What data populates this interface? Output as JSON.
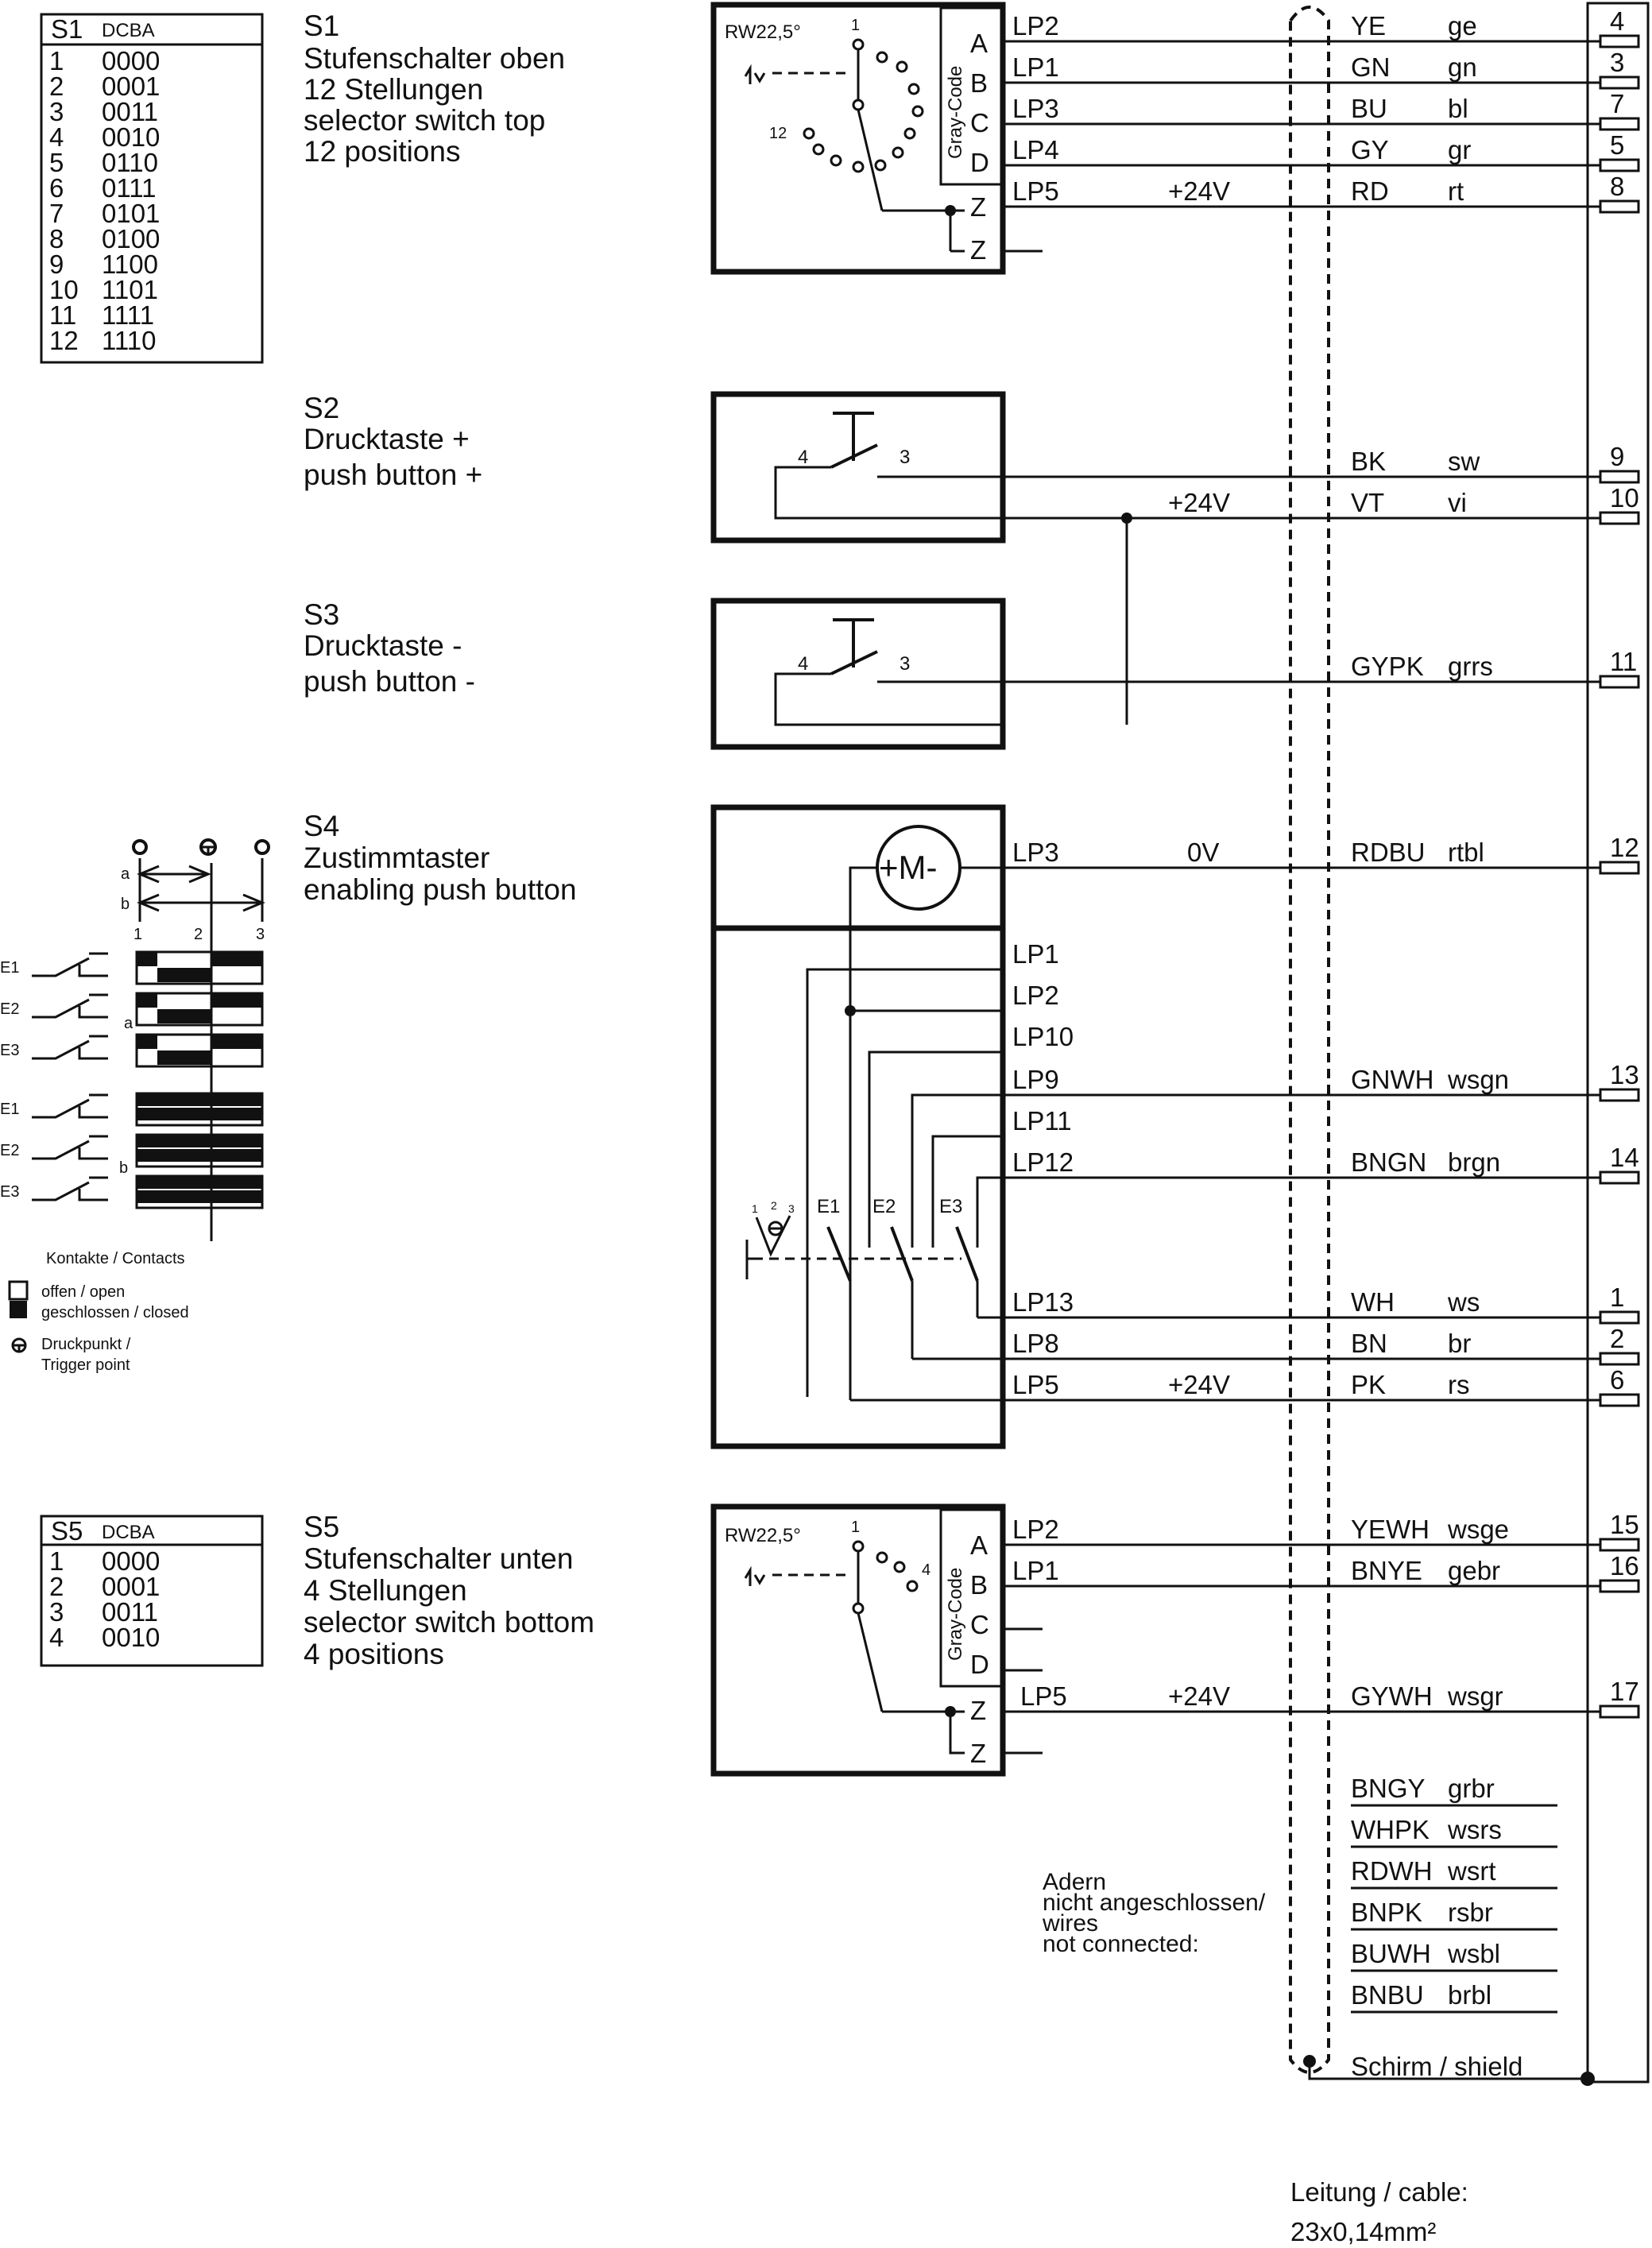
{
  "s1_table": {
    "header": "S1",
    "sub": "DCBA",
    "rows": [
      [
        "1",
        "0000"
      ],
      [
        "2",
        "0001"
      ],
      [
        "3",
        "0011"
      ],
      [
        "4",
        "0010"
      ],
      [
        "5",
        "0110"
      ],
      [
        "6",
        "0111"
      ],
      [
        "7",
        "0101"
      ],
      [
        "8",
        "0100"
      ],
      [
        "9",
        "1100"
      ],
      [
        "10",
        "1101"
      ],
      [
        "11",
        "1111"
      ],
      [
        "12",
        "1110"
      ]
    ]
  },
  "s5_table": {
    "header": "S5",
    "sub": "DCBA",
    "rows": [
      [
        "1",
        "0000"
      ],
      [
        "2",
        "0001"
      ],
      [
        "3",
        "0011"
      ],
      [
        "4",
        "0010"
      ]
    ]
  },
  "sections": {
    "s1": {
      "id": "S1",
      "lines": [
        "Stufenschalter oben",
        "12 Stellungen",
        "selector switch top",
        "12 positions"
      ]
    },
    "s2": {
      "id": "S2",
      "lines": [
        "Drucktaste +",
        "push button +"
      ]
    },
    "s3": {
      "id": "S3",
      "lines": [
        "Drucktaste -",
        "push button -"
      ]
    },
    "s4": {
      "id": "S4",
      "lines": [
        "Zustimmtaster",
        "enabling push button"
      ]
    },
    "s5": {
      "id": "S5",
      "lines": [
        "Stufenschalter unten",
        "4   Stellungen",
        "selector switch bottom",
        "4   positions"
      ]
    }
  },
  "selector": {
    "rw": "RW22,5°",
    "gray_code": "Gray-Code",
    "pos_1": "1",
    "pos_12": "12",
    "pos_4": "4",
    "terms_top": [
      "A",
      "B",
      "C",
      "D",
      "Z",
      "Z"
    ]
  },
  "button": {
    "t4": "4",
    "t3": "3"
  },
  "motor": {
    "label": "+M-"
  },
  "s4_contacts": {
    "e1": "E1",
    "e2": "E2",
    "e3": "E3",
    "p1": "1",
    "p2": "2",
    "p3": "3"
  },
  "s4_legend": {
    "col_1": "1",
    "col_2": "2",
    "col_3": "3",
    "a": "a",
    "b": "b",
    "e1": "E1",
    "e2": "E2",
    "e3": "E3",
    "contacts": "Kontakte / Contacts",
    "open": "offen / open",
    "closed": "geschlossen / closed",
    "trigger1": "Druckpunkt /",
    "trigger2": "Trigger point"
  },
  "wires": [
    {
      "lp": "LP2",
      "volt": "",
      "code": "YE",
      "color": "ge",
      "pin": "4"
    },
    {
      "lp": "LP1",
      "volt": "",
      "code": "GN",
      "color": "gn",
      "pin": "3"
    },
    {
      "lp": "LP3",
      "volt": "",
      "code": "BU",
      "color": "bl",
      "pin": "7"
    },
    {
      "lp": "LP4",
      "volt": "",
      "code": "GY",
      "color": "gr",
      "pin": "5"
    },
    {
      "lp": "LP5",
      "volt": "+24V",
      "code": "RD",
      "color": "rt",
      "pin": "8"
    },
    {
      "lp": "",
      "volt": "",
      "code": "BK",
      "color": "sw",
      "pin": "9"
    },
    {
      "lp": "",
      "volt": "+24V",
      "code": "VT",
      "color": "vi",
      "pin": "10"
    },
    {
      "lp": "",
      "volt": "",
      "code": "GYPK",
      "color": "grrs",
      "pin": "11"
    },
    {
      "lp": "LP3",
      "volt": "0V",
      "code": "RDBU",
      "color": "rtbl",
      "pin": "12"
    },
    {
      "lp": "LP9",
      "volt": "",
      "code": "GNWH",
      "color": "wsgn",
      "pin": "13"
    },
    {
      "lp": "LP12",
      "volt": "",
      "code": "BNGN",
      "color": "brgn",
      "pin": "14"
    },
    {
      "lp": "LP13",
      "volt": "",
      "code": "WH",
      "color": "ws",
      "pin": "1"
    },
    {
      "lp": "LP8",
      "volt": "",
      "code": "BN",
      "color": "br",
      "pin": "2"
    },
    {
      "lp": "LP5",
      "volt": "+24V",
      "code": "PK",
      "color": "rs",
      "pin": "6"
    },
    {
      "lp": "LP2",
      "volt": "",
      "code": "YEWH",
      "color": "wsge",
      "pin": "15"
    },
    {
      "lp": "LP1",
      "volt": "",
      "code": "BNYE",
      "color": "gebr",
      "pin": "16"
    },
    {
      "lp": "LP5",
      "volt": "+24V",
      "code": "GYWH",
      "color": "wsgr",
      "pin": "17"
    }
  ],
  "s4_unused_lp": [
    "LP1",
    "LP2",
    "LP10",
    "LP11"
  ],
  "s5_terms": [
    "A",
    "B",
    "C",
    "D",
    "Z",
    "Z"
  ],
  "unconnected": {
    "label": [
      "Adern",
      "nicht angeschlossen/",
      "wires",
      "not connected:"
    ],
    "wires": [
      [
        "BNGY",
        "grbr"
      ],
      [
        "WHPK",
        "wsrs"
      ],
      [
        "RDWH",
        "wsrt"
      ],
      [
        "BNPK",
        "rsbr"
      ],
      [
        "BUWH",
        "wsbl"
      ],
      [
        "BNBU",
        "brbl"
      ]
    ]
  },
  "shield": "Schirm / shield",
  "cable": {
    "label": "Leitung / cable:",
    "spec": "23x0,14mm²"
  }
}
